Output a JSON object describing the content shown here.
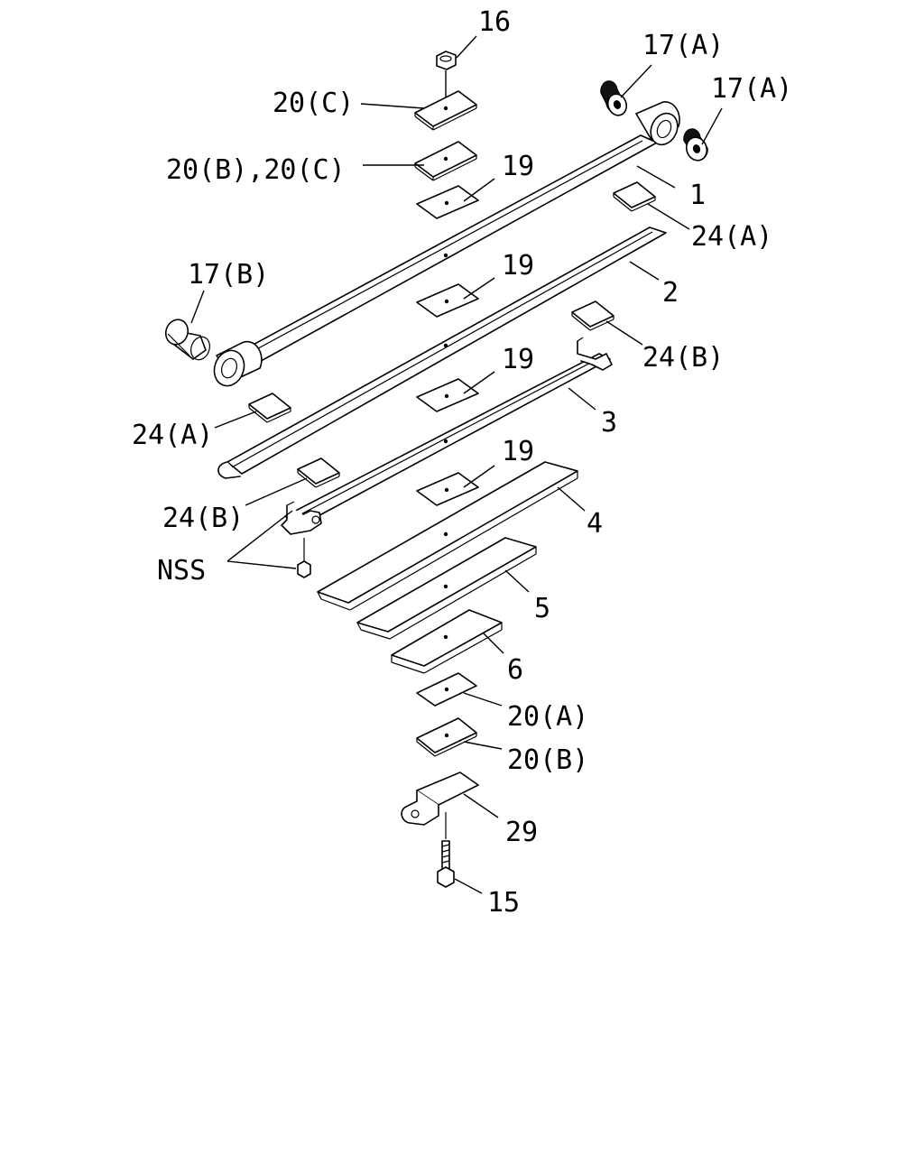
{
  "labels": {
    "p16": "16",
    "p17a_1": "17(A)",
    "p17a_2": "17(A)",
    "p20c": "20(C)",
    "p20bc": "20(B),20(C)",
    "p19_1": "19",
    "p1": "1",
    "p24a_1": "24(A)",
    "p17b": "17(B)",
    "p19_2": "19",
    "p2": "2",
    "p24b_1": "24(B)",
    "p19_3": "19",
    "p24a_2": "24(A)",
    "p3": "3",
    "p19_4": "19",
    "p24b_2": "24(B)",
    "p4": "4",
    "nss": "NSS",
    "p5": "5",
    "p6": "6",
    "p20a": "20(A)",
    "p20b": "20(B)",
    "p29": "29",
    "p15": "15"
  }
}
